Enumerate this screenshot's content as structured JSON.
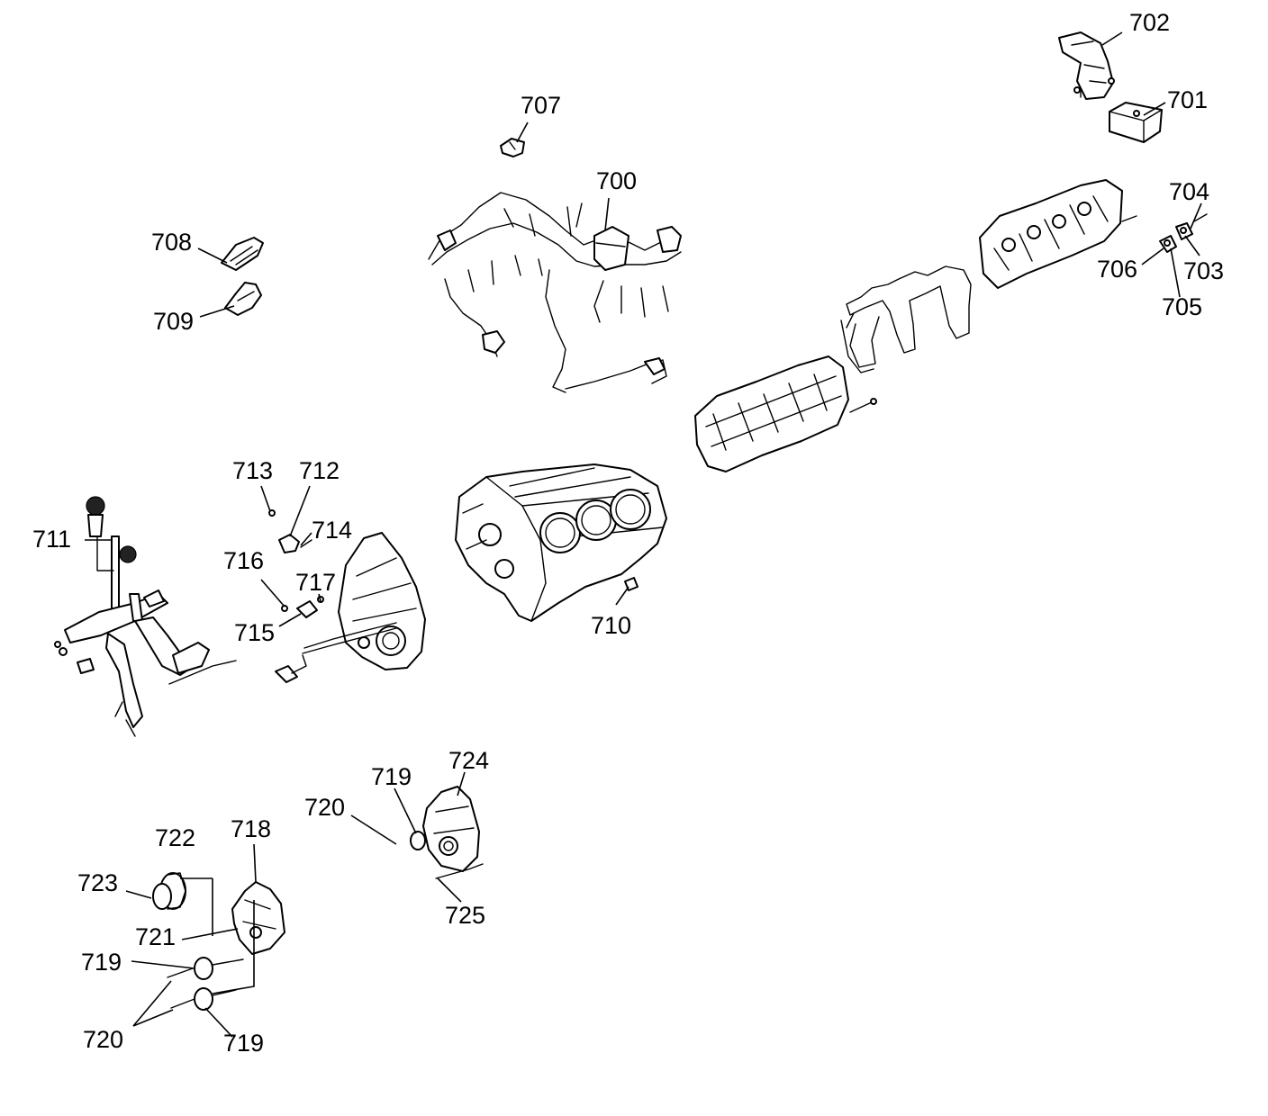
{
  "callouts": {
    "c700": "700",
    "c701": "701",
    "c702": "702",
    "c703": "703",
    "c704": "704",
    "c705": "705",
    "c706": "706",
    "c707": "707",
    "c708": "708",
    "c709": "709",
    "c710": "710",
    "c711": "711",
    "c712": "712",
    "c713": "713",
    "c714": "714",
    "c715": "715",
    "c716": "716",
    "c717": "717",
    "c718": "718",
    "c719a": "719",
    "c719b": "719",
    "c719c": "719",
    "c720a": "720",
    "c720b": "720",
    "c721": "721",
    "c722": "722",
    "c723": "723",
    "c724": "724",
    "c725": "725"
  }
}
